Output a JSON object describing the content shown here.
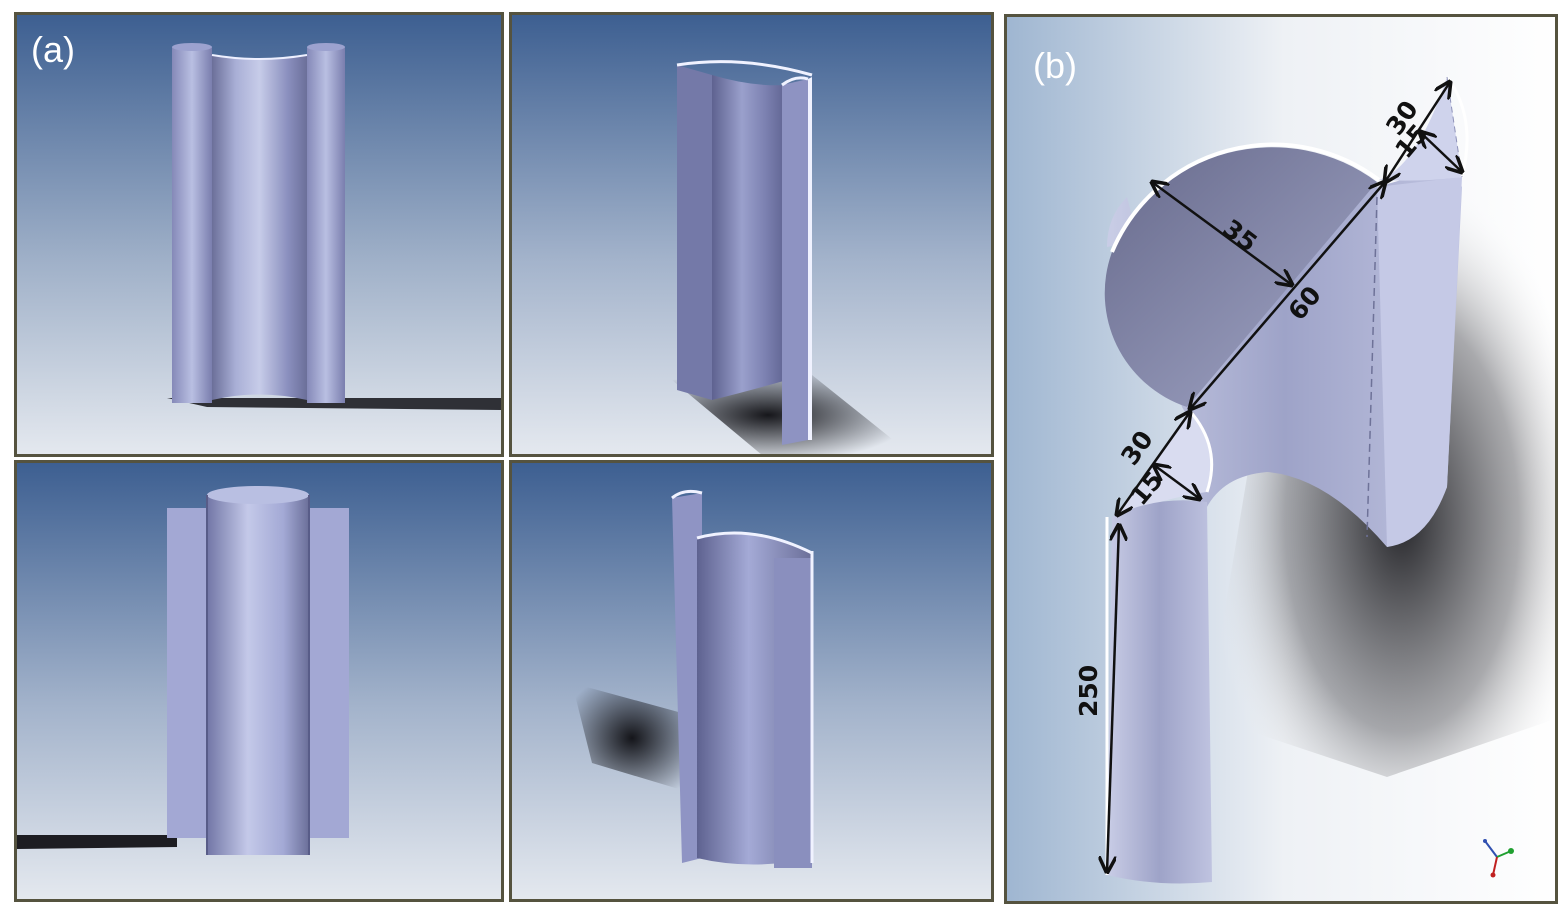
{
  "panels": {
    "a_label": "(a)",
    "b_label": "(b)"
  },
  "dimensions": {
    "d35": "35",
    "d60": "60",
    "d30_top": "30",
    "d15_top": "15",
    "d30_left": "30",
    "d15_left": "15",
    "d250": "250"
  },
  "colors": {
    "viewport_top": "#3d5f91",
    "viewport_bottom": "#e6eaf0",
    "frame": "#55533f",
    "part_light": "#c2c8e6",
    "part_dark": "#6b6f99"
  }
}
